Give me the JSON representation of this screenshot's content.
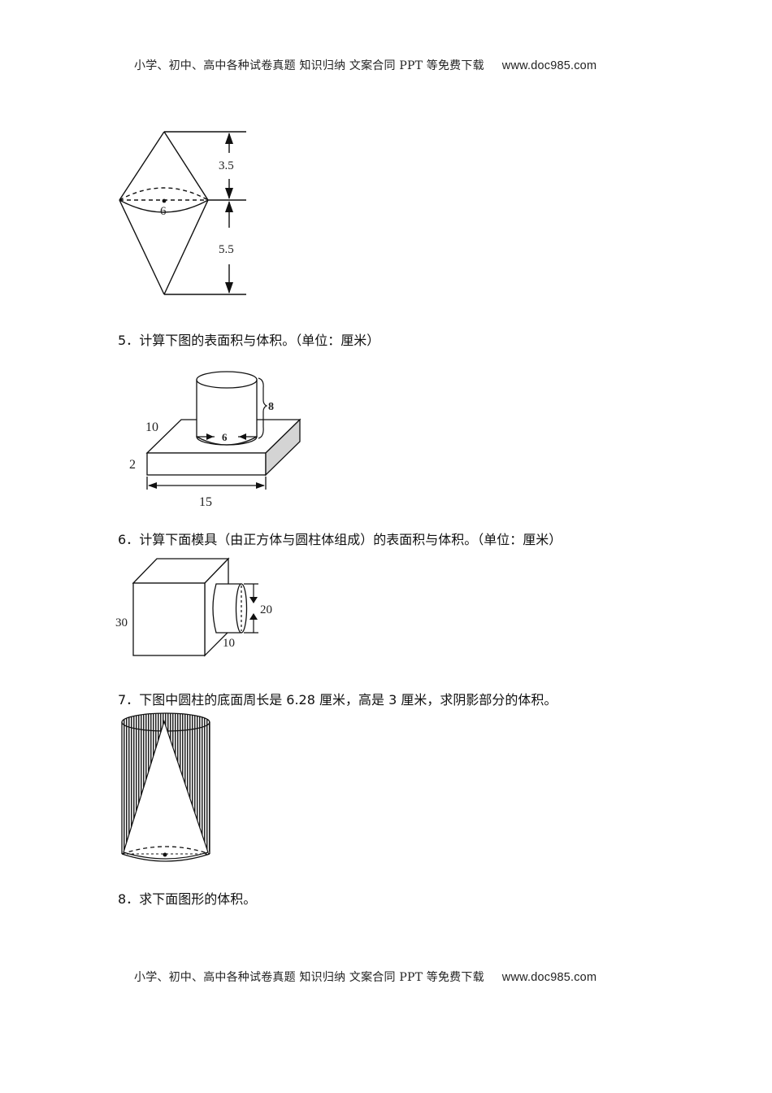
{
  "header": {
    "text": "小学、初中、高中各种试卷真题  知识归纳  文案合同  PPT 等免费下载",
    "url": "www.doc985.com"
  },
  "footer": {
    "text": "小学、初中、高中各种试卷真题  知识归纳  文案合同  PPT 等免费下载",
    "url": "www.doc985.com"
  },
  "figures": {
    "double_cone": {
      "label_top_height": "3.5",
      "label_bottom_height": "5.5",
      "label_diameter": "6"
    },
    "cylinder_on_block": {
      "label_cyl_height": "8",
      "label_cyl_diameter": "6",
      "label_depth": "10",
      "label_thickness": "2",
      "label_length": "15"
    },
    "cube_with_cylinder": {
      "label_cube_side": "30",
      "label_cyl_diameter": "20",
      "label_cyl_length": "10"
    },
    "cylinder_with_cone": {}
  },
  "questions": [
    {
      "number": "5．",
      "text": "计算下图的表面积与体积。（单位：厘米）"
    },
    {
      "number": "6．",
      "text": "计算下面模具（由正方体与圆柱体组成）的表面积与体积。（单位：厘米）"
    },
    {
      "number": "7．",
      "text": "下图中圆柱的底面周长是 6.28 厘米，高是 3 厘米，求阴影部分的体积。"
    },
    {
      "number": "8．",
      "text": "求下面图形的体积。"
    }
  ]
}
